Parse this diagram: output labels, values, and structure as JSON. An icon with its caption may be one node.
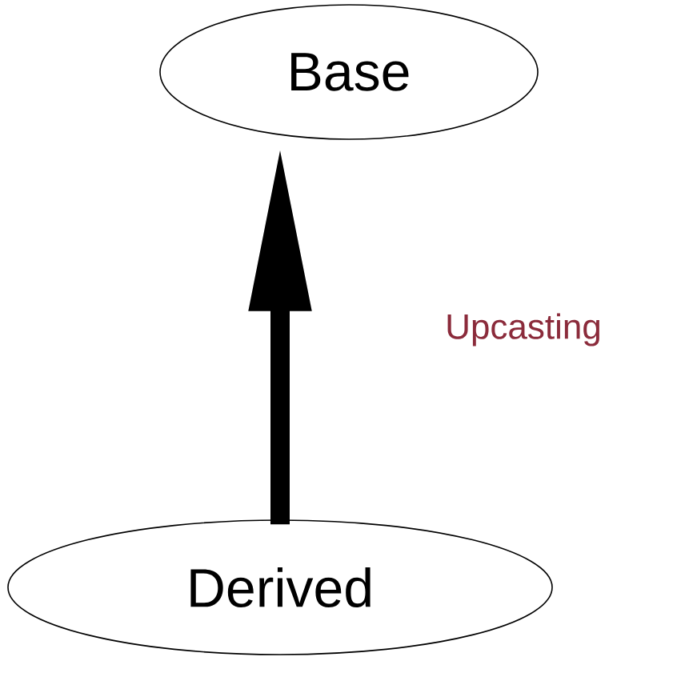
{
  "diagram": {
    "nodes": [
      {
        "text": [
          "Base"
        ]
      },
      {
        "text": [
          "Derived"
        ]
      }
    ],
    "edges": [
      {
        "from": 1,
        "to": 0,
        "arrow": "to",
        "label": "Upcasting"
      }
    ]
  }
}
